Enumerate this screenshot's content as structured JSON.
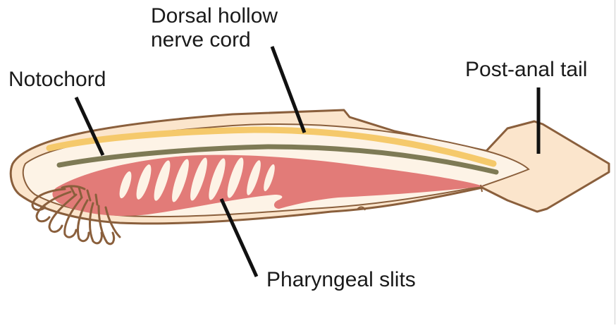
{
  "labels": {
    "dorsal_line1": "Dorsal hollow",
    "dorsal_line2": "nerve cord",
    "notochord": "Notochord",
    "tail": "Post-anal tail",
    "slits": "Pharyngeal slits"
  },
  "colors": {
    "outline": "#8a5f3c",
    "body": "#fbe5cc",
    "inner": "#fdf3e6",
    "nerve_cord": "#f5c96b",
    "notochord": "#7e7a55",
    "pharynx": "#e27b78",
    "slit": "#fdf3e6",
    "pointer": "#111111"
  }
}
